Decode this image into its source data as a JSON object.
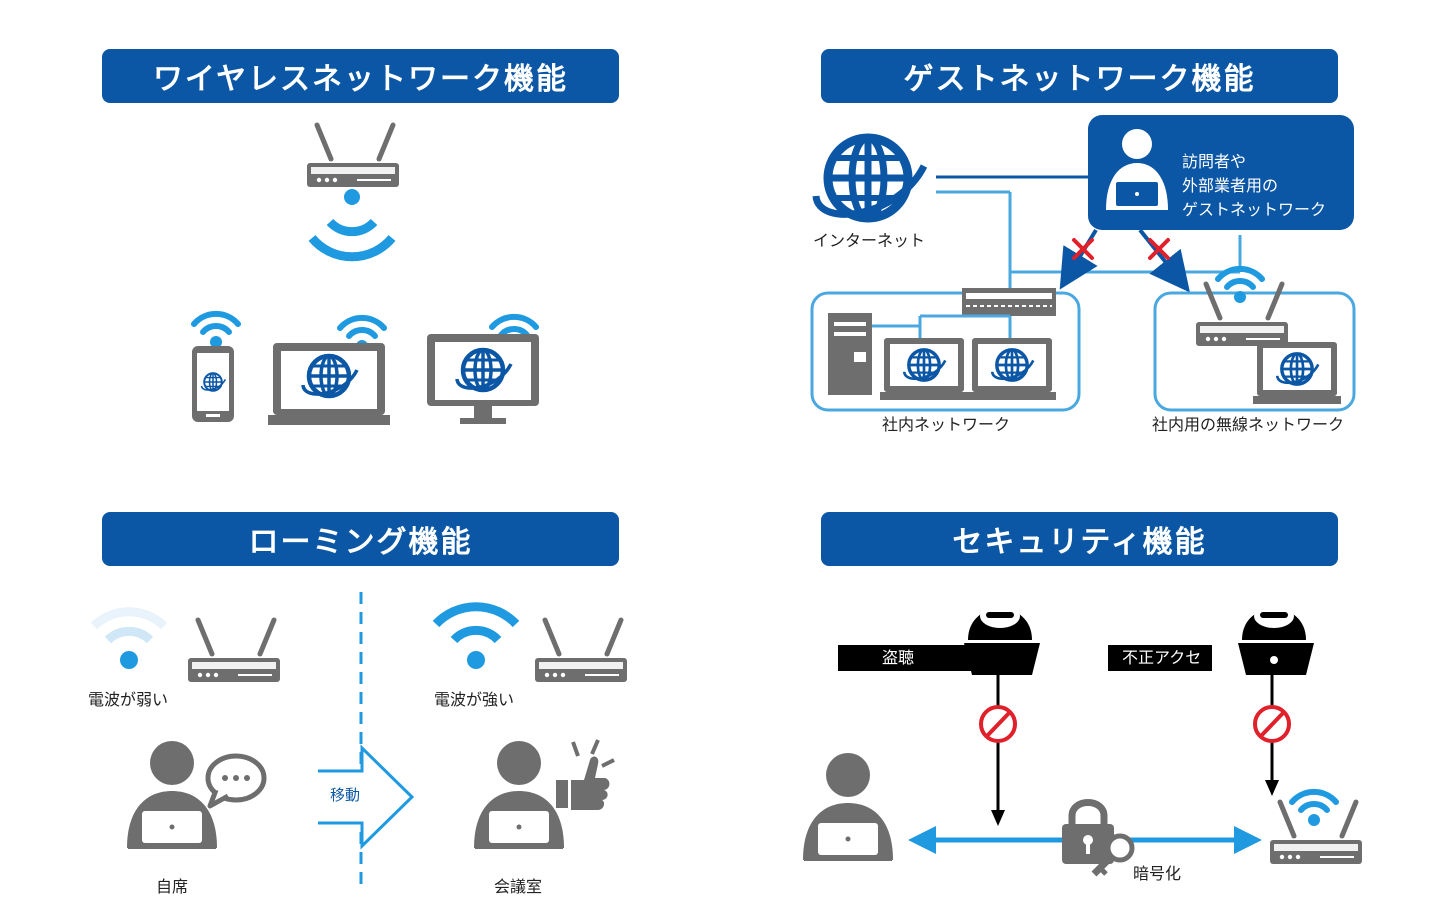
{
  "panels": {
    "wireless": {
      "title": "ワイヤレスネットワーク機能"
    },
    "guest": {
      "title": "ゲストネットワーク機能",
      "internet_label": "インターネット",
      "guest_box_lines": [
        "訪問者や",
        "外部業者用の",
        "ゲストネットワーク"
      ],
      "internal_network_label": "社内ネットワーク",
      "internal_wireless_label": "社内用の無線ネットワーク"
    },
    "roaming": {
      "title": "ローミング機能",
      "weak_signal_label": "電波が弱い",
      "strong_signal_label": "電波が強い",
      "move_label": "移動",
      "own_seat_label": "自席",
      "meeting_room_label": "会議室"
    },
    "security": {
      "title": "セキュリティ機能",
      "eavesdrop_label": "盗聴",
      "unauthorized_label": "不正アクセス",
      "encryption_label": "暗号化"
    }
  },
  "colors": {
    "banner_blue": "#0b57a6",
    "accent_blue": "#1f9ae0",
    "gray": "#6e6e6e",
    "red_x": "#e0202a",
    "light_blue_frame": "#4aa8e0"
  }
}
